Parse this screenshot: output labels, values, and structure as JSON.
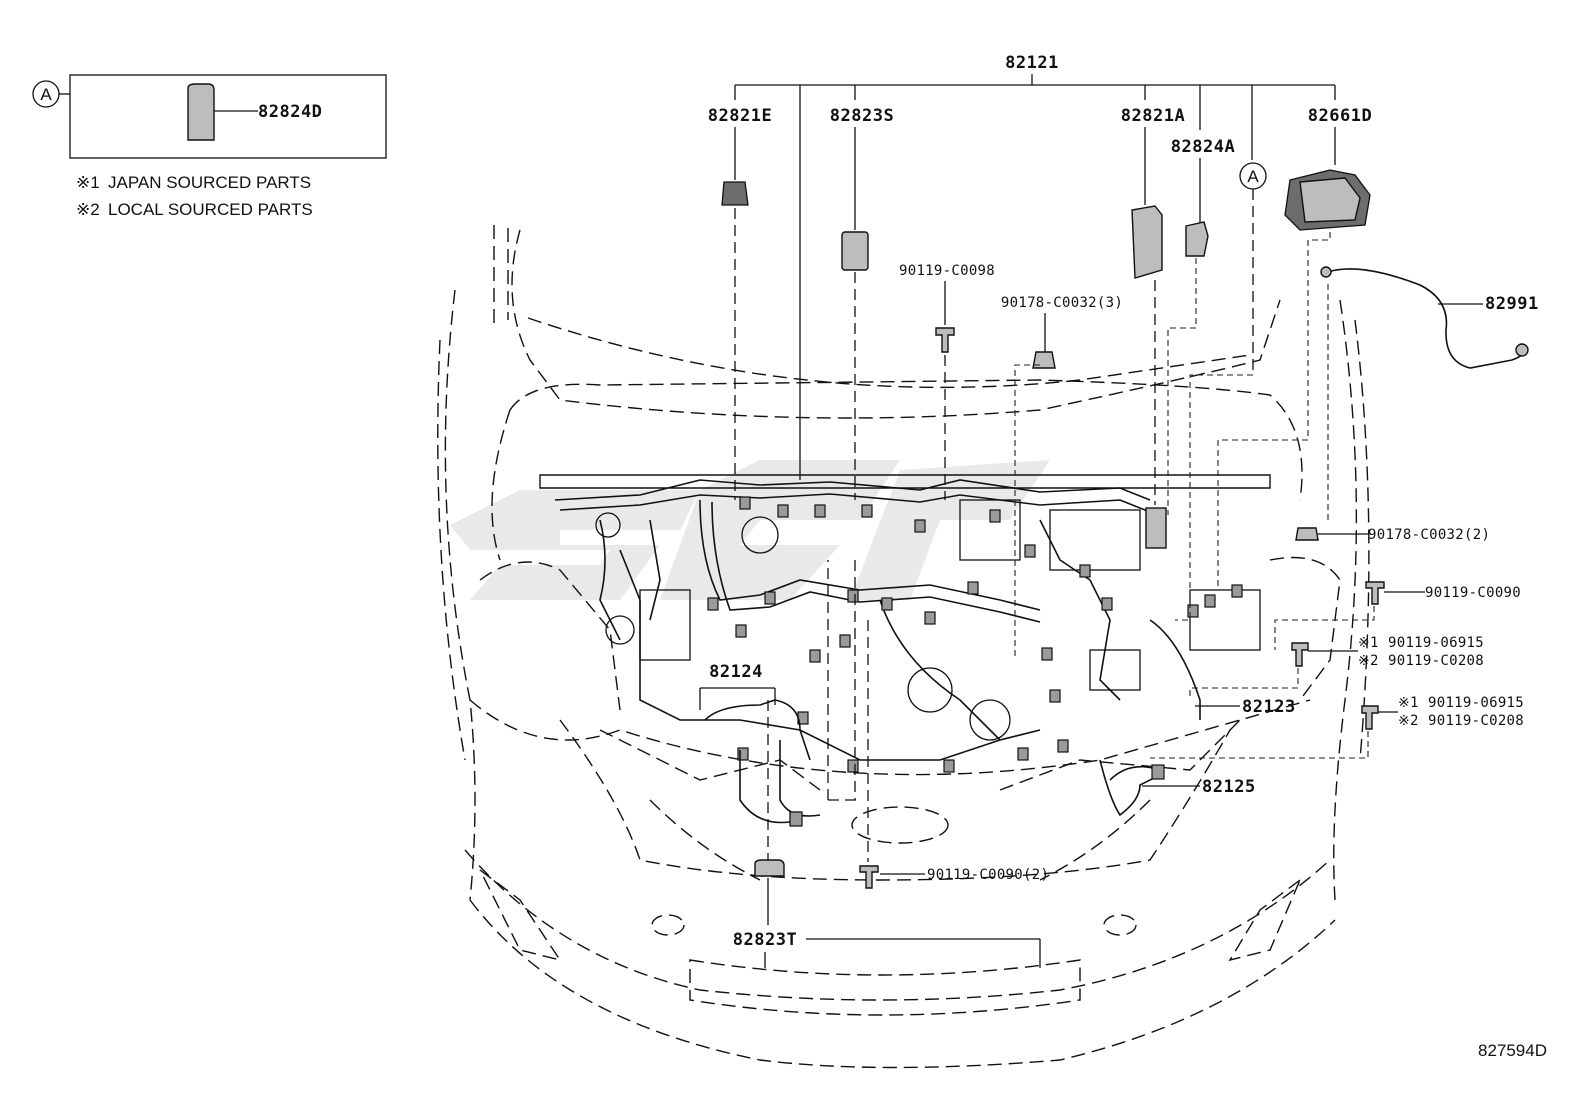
{
  "diagram_id": "827594D",
  "legend": {
    "callout_letter": "A",
    "part_number": "82824D",
    "notes": [
      {
        "mark": "※1",
        "text": "JAPAN SOURCED PARTS"
      },
      {
        "mark": "※2",
        "text": "LOCAL SOURCED PARTS"
      }
    ]
  },
  "callout_a": "A",
  "parts": {
    "p82121": "82121",
    "p82821E": "82821E",
    "p82823S": "82823S",
    "p82821A": "82821A",
    "p82824A": "82824A",
    "p82661D": "82661D",
    "p82991": "82991",
    "p82124": "82124",
    "p82123": "82123",
    "p82125": "82125",
    "p82823T": "82823T"
  },
  "fasteners": {
    "f90119_C0098": "90119-C0098",
    "f90178_C0032_3": "90178-C0032(3)",
    "f90178_C0032_2": "90178-C0032(2)",
    "f90119_C0090": "90119-C0090",
    "f90119_C0090_2": "90119-C0090(2)",
    "alt1": {
      "m1": "※1",
      "a": "90119-06915",
      "m2": "※2",
      "b": "90119-C0208"
    },
    "alt2": {
      "m1": "※1",
      "a": "90119-06915",
      "m2": "※2",
      "b": "90119-C0208"
    }
  },
  "colors": {
    "ink": "#111111",
    "part_fill": "#bdbdbd",
    "watermark": "#e2e2e2"
  }
}
